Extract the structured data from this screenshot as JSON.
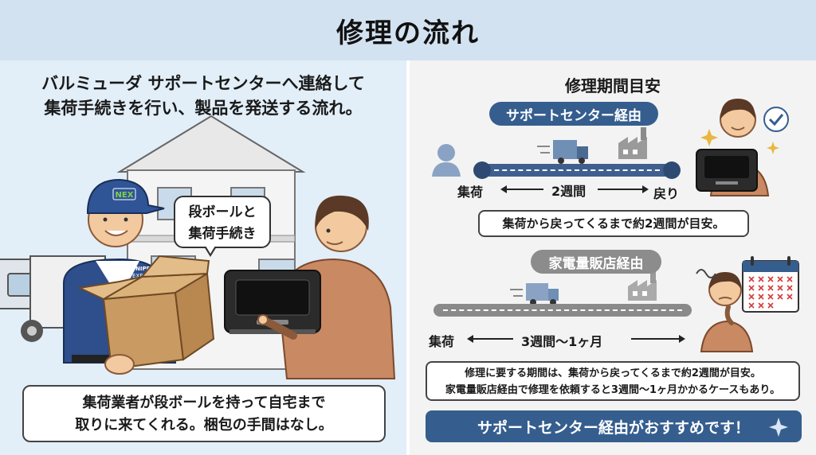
{
  "page": {
    "title": "修理の流れ"
  },
  "left": {
    "intro_line1": "バルミューダ サポートセンターへ連絡して",
    "intro_line2": "集荷手続きを行い、製品を発送する流れ。",
    "bubble_line1": "段ボールと",
    "bubble_line2": "集荷手続き",
    "cap_badge": "NEX",
    "uniform_line1": "NIPPON",
    "uniform_line2": "EXPRESS",
    "caption_line1": "集荷業者が段ボールを持って自宅まで",
    "caption_line2": "取りに来てくれる。梱包の手間はなし。"
  },
  "right": {
    "title": "修理期間目安",
    "support": {
      "pill": "サポートセンター経由",
      "start": "集荷",
      "end": "戻り",
      "span": "2週間",
      "note": "集荷から戻ってくるまで約2週間が目安。"
    },
    "retail": {
      "pill": "家電量販店経由",
      "start": "集荷",
      "span": "3週間〜1ヶ月"
    },
    "summary_line1": "修理に要する期間は、集荷から戻ってくるまで約2週間が目安。",
    "summary_line2": "家電量販店経由で修理を依頼すると3週間〜1ヶ月かかるケースもあり。",
    "recommend": "サポートセンター経由がおすすめです！"
  },
  "colors": {
    "header_bg": "#d3e2f1",
    "left_bg": "#e2eef8",
    "right_bg": "#f3f3f3",
    "accent_blue": "#355e8f",
    "gray_pill": "#8c8c8c"
  }
}
